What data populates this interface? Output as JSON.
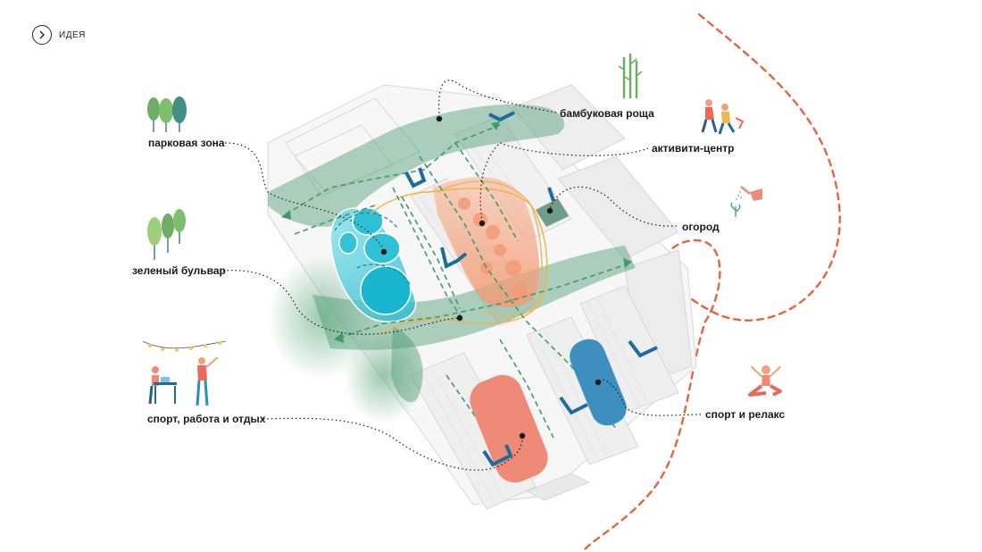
{
  "nav": {
    "label": "ИДЕЯ",
    "icon": "chevron-right-icon"
  },
  "labels": {
    "park": "парковая зона",
    "bamboo": "бамбуковая роща",
    "activity": "активити-центр",
    "garden": "огород",
    "boulevard": "зеленый бульвар",
    "sport_work": "спорт, работа и отдых",
    "sport_relax": "спорт и релакс"
  },
  "icons": [
    "trees-icon",
    "bamboo-icon",
    "people-running-icon",
    "watering-can-icon",
    "trees-icon",
    "people-working-icon",
    "yoga-icon"
  ],
  "colors": {
    "green_zone": "#5aa57c",
    "water": "#3cc3d6",
    "activity": "#f4a07a",
    "building_blue": "#1f6c9c",
    "sport_red": "#f08a78",
    "relax_blue": "#3d8fc0",
    "orange_dash": "#e8633f",
    "garden": "#6f9d87"
  }
}
